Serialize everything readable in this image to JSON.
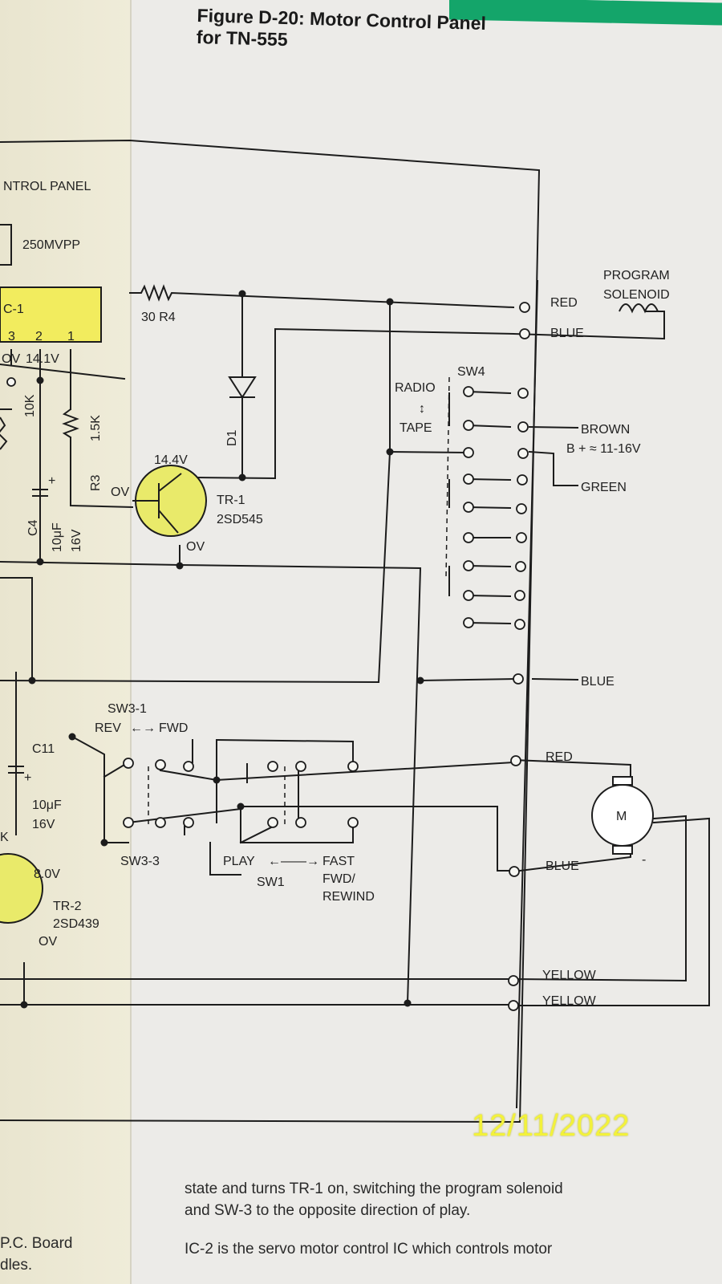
{
  "figure": {
    "title_line1": "Figure D-20: Motor Control Panel",
    "title_line2": "for TN-555"
  },
  "labels": {
    "panel": "NTROL PANEL",
    "vpp": "250MVPP",
    "ic": "C-1",
    "pins": [
      "3",
      "2",
      "1"
    ],
    "ov_pin": "OV",
    "v141": "14.1V",
    "r10k": "10K",
    "r3": "R3",
    "r15k": "1.5K",
    "c4": "C4",
    "c4val": [
      "10μF",
      "16V"
    ],
    "plus": "+",
    "r4": "30 R4",
    "d1": "D1",
    "v144": "14.4V",
    "tr1": "TR-1",
    "tr1part": "2SD545",
    "ov_b": "OV",
    "ov_e": "OV",
    "prog": [
      "PROGRAM",
      "SOLENOID"
    ],
    "red1": "RED",
    "blue1": "BLUE",
    "sw4": "SW4",
    "radio": "RADIO",
    "tape": "TAPE",
    "brown": "BROWN",
    "bplus": "B + ≈ 11-16V",
    "green": "GREEN",
    "blue2": "BLUE",
    "sw31": "SW3-1",
    "rev": "REV",
    "fwd": "FWD",
    "c11": "C11",
    "c11val": [
      "10μF",
      "16V"
    ],
    "sw33": "SW3-3",
    "k": "K",
    "play": "PLAY",
    "sw1": "SW1",
    "fast": [
      "FAST",
      "FWD/",
      "REWIND"
    ],
    "red2": "RED",
    "motor": "M",
    "blue3": "BLUE",
    "minus": "-",
    "v80": "8.0V",
    "tr2": "TR-2",
    "tr2part": "2SD439",
    "ov_tr2": "OV",
    "yellow1": "YELLOW",
    "yellow2": "YELLOW"
  },
  "colors": {
    "transistor_fill": "#e9ea6a",
    "ic_fill": "#f2ec5e",
    "wire": "#1c1c1c"
  },
  "text": {
    "para1_line1": "state and turns TR-1 on, switching the program solenoid",
    "para1_line2": "and SW-3 to the opposite direction of play.",
    "para2": "IC-2 is the servo motor control IC which controls motor",
    "left_line1": "P.C. Board",
    "left_line2": "dles."
  },
  "timestamp": "12/11/2022"
}
